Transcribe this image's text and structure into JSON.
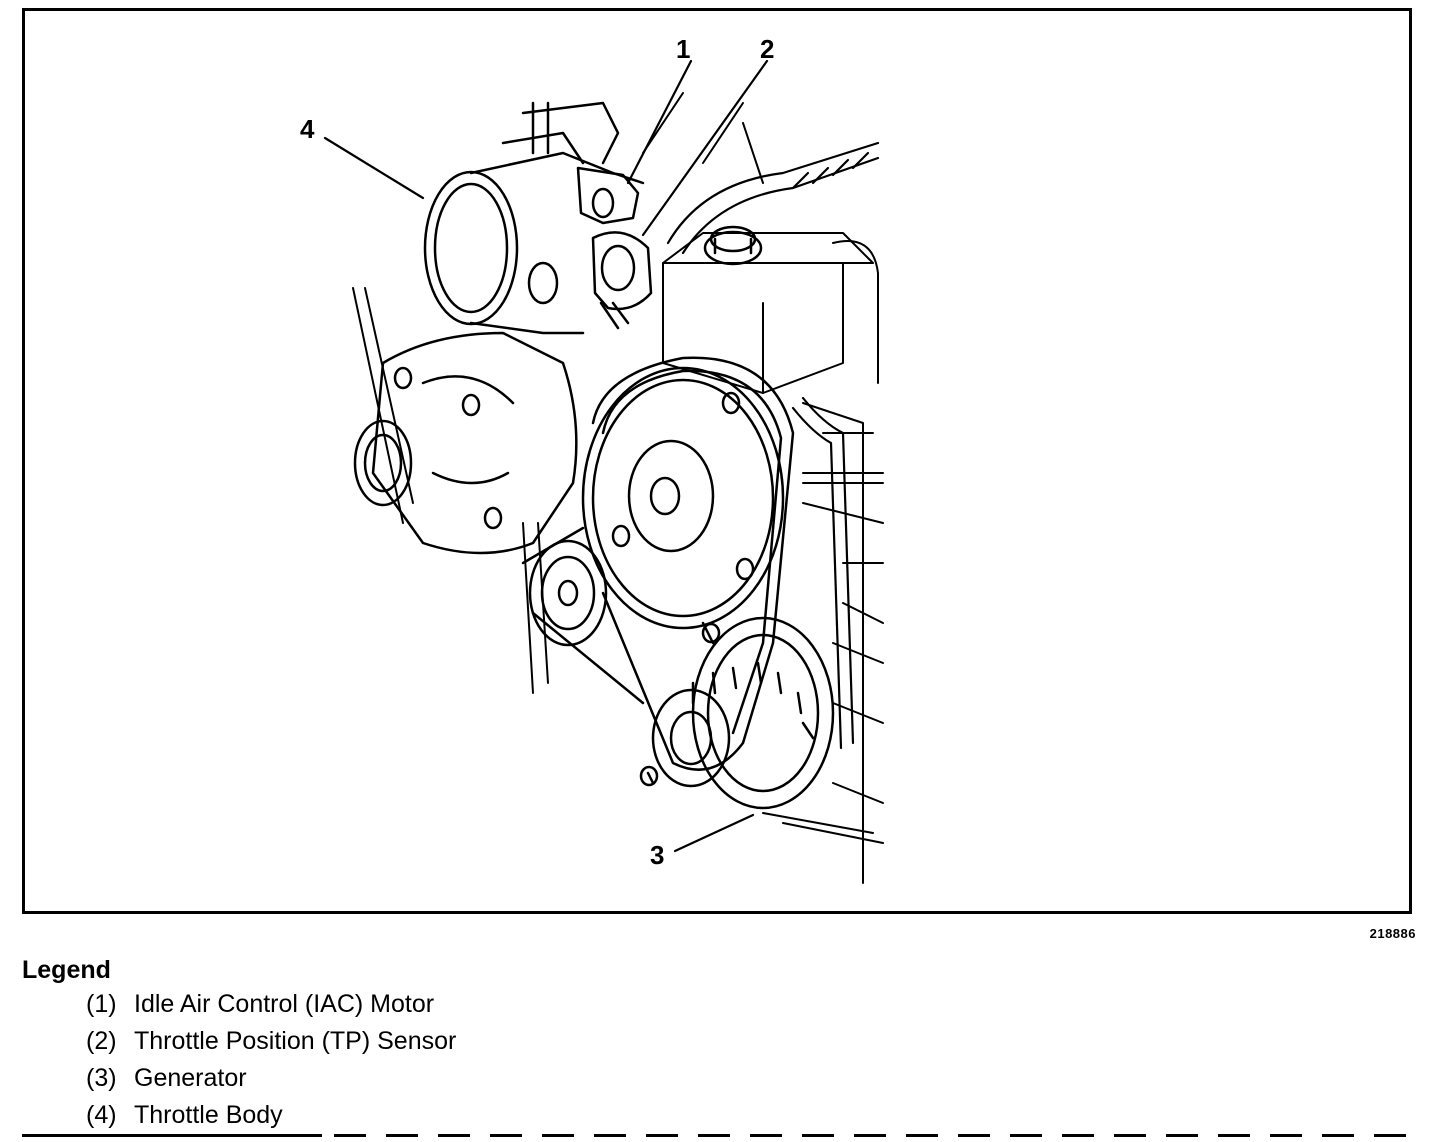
{
  "callouts": [
    {
      "num": "1",
      "target": "Idle Air Control (IAC) Motor"
    },
    {
      "num": "2",
      "target": "Throttle Position (TP) Sensor"
    },
    {
      "num": "3",
      "target": "Generator"
    },
    {
      "num": "4",
      "target": "Throttle Body"
    }
  ],
  "figure_id": "218886",
  "legend": {
    "title": "Legend",
    "items": [
      {
        "num": "(1)",
        "label": "Idle Air Control (IAC) Motor"
      },
      {
        "num": "(2)",
        "label": "Throttle Position (TP) Sensor"
      },
      {
        "num": "(3)",
        "label": "Generator"
      },
      {
        "num": "(4)",
        "label": "Throttle Body"
      }
    ]
  }
}
